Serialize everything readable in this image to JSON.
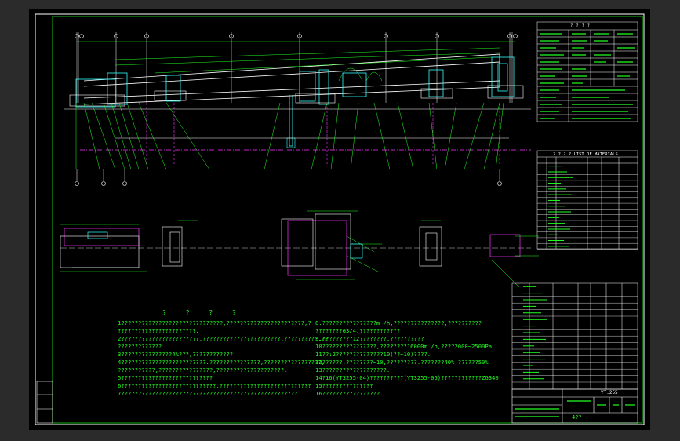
{
  "drawing": {
    "notes_title": "? ? ? ?",
    "notes_left": [
      "1??????????????????????????????,???????????????????????,?",
      "  ???????????????????????.",
      "2???????????????????????,???????????????????????,??????????,??",
      "  ?????????????",
      "3???????????????4%???,????????????",
      "4?????????????????????????.???????????????,?????????????????,",
      "  ???????????,????????????????,????????????????????.",
      "5???????????????????????????",
      "6????????????????????????????,???????????????????????????",
      "7????????????????????????????????????????????????????"
    ],
    "notes_right": [
      "8.????????????????m /h,???????????????,??????????",
      "  ????????G3/4,????????????",
      "9.?????????12????????,??????????",
      "10????????????????,????????16000m /h,????2000~2500Pa",
      "11??:2??????????????10(??~10)????.",
      "12??????,????????~10,?????????.???????40%,??????50%",
      "13???????????????????.",
      "14?16(YT3255-04)??????????(YT3255-05)????????????ZG340",
      "15???????????????",
      "16?????????????????."
    ],
    "title_block": {
      "drawing_no": "YT.255",
      "label": "4??"
    },
    "spec_table_heading": "? ? ? ?",
    "parts_table_heading": "? ? ? ? LIST OF MATERIALS"
  },
  "colors": {
    "paper": "#000000",
    "border": "#ffffff",
    "annotation": "#22ff22",
    "centerline": "#ff33ff",
    "part": "#33ffff",
    "outline": "#ffffff"
  }
}
